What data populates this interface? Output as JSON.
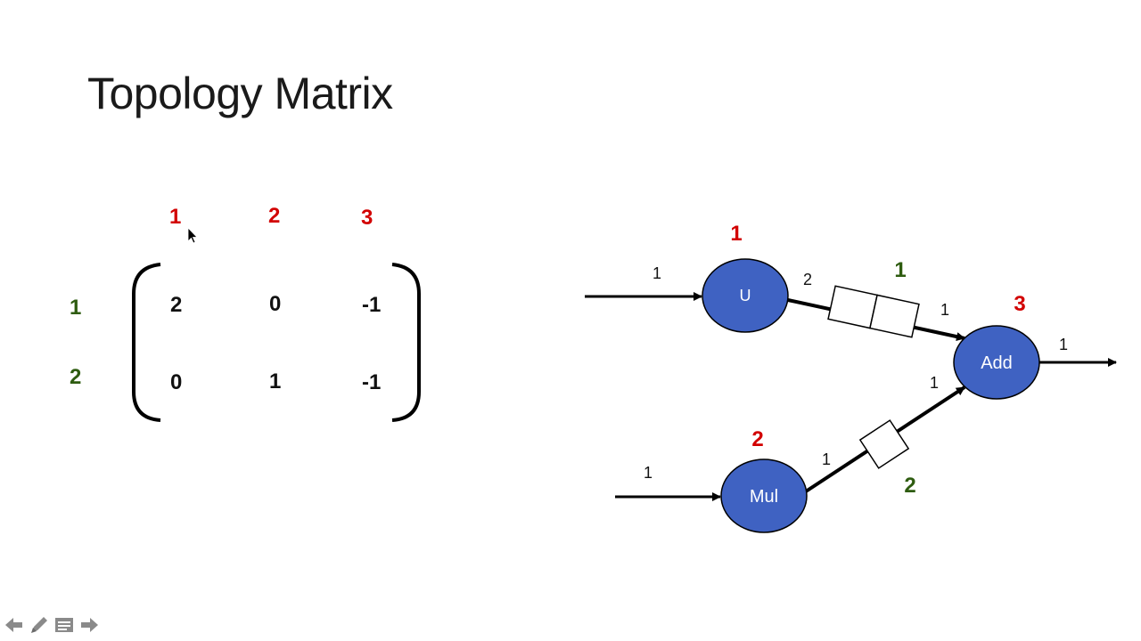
{
  "slide": {
    "title": "Topology Matrix"
  },
  "matrix": {
    "column_labels": [
      "1",
      "2",
      "3"
    ],
    "row_labels": [
      "1",
      "2"
    ],
    "rows": [
      [
        "2",
        "0",
        "-1"
      ],
      [
        "0",
        "1",
        "-1"
      ]
    ]
  },
  "graph": {
    "nodes": {
      "u": {
        "label": "U",
        "index": "1"
      },
      "mul": {
        "label": "Mul",
        "index": "2"
      },
      "add": {
        "label": "Add",
        "index": "3"
      }
    },
    "edges": {
      "edge1": {
        "index": "1",
        "prod_rate": "2",
        "cons_rate": "1"
      },
      "edge2": {
        "index": "2",
        "prod_rate": "1",
        "cons_rate": "1"
      }
    },
    "input_u_rate": "1",
    "input_mul_rate": "1",
    "output_add_rate": "1"
  },
  "colors": {
    "node_fill": "#3f62c2",
    "actor_index": "#d20000",
    "edge_index": "#2e5c10"
  }
}
